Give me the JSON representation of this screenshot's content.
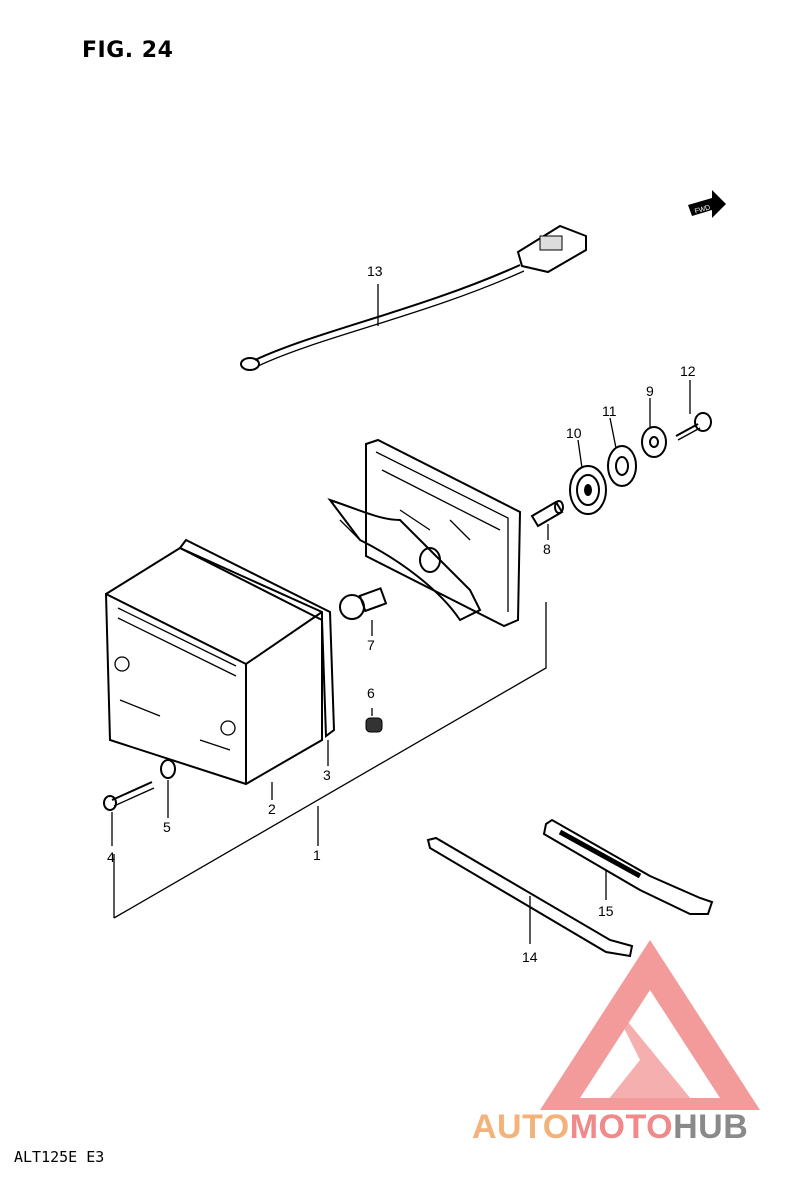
{
  "figure_title": "FIG. 24",
  "model_code": "ALT125E  E3",
  "fwd_label": "FWD",
  "callouts": [
    {
      "number": "1"
    },
    {
      "number": "2"
    },
    {
      "number": "3"
    },
    {
      "number": "4"
    },
    {
      "number": "5"
    },
    {
      "number": "6"
    },
    {
      "number": "7"
    },
    {
      "number": "8"
    },
    {
      "number": "9"
    },
    {
      "number": "10"
    },
    {
      "number": "11"
    },
    {
      "number": "12"
    },
    {
      "number": "13"
    },
    {
      "number": "14"
    },
    {
      "number": "15"
    }
  ],
  "watermark": {
    "part_auto": "AUTO",
    "part_moto": "MOTO",
    "part_hub": "HUB",
    "colors": {
      "auto": "#f3b27a",
      "moto": "#f08a8a",
      "hub": "#8a8a8a",
      "logo": "#f07a7a"
    }
  }
}
